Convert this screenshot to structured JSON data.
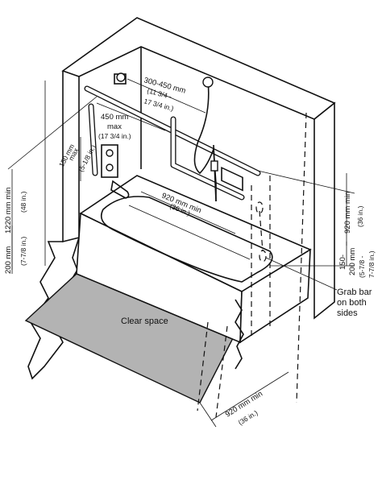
{
  "labels": {
    "clear_space": "Clear space",
    "grab_bar_note": [
      "Grab bar",
      "on both",
      "sides"
    ],
    "spacing_top": [
      "300-450 mm",
      "(11 3/4 -",
      "17 3/4 in.)"
    ],
    "max_450": [
      "450 mm",
      "max",
      "(17 3/4 in.)"
    ],
    "max_150": [
      "150 mm",
      "max",
      "(5-1/8 in.)"
    ],
    "tub_length": [
      "920 mm min",
      "(36 in.)"
    ],
    "height_1220": [
      "1220 mm min",
      "(48 in.)"
    ],
    "height_200": [
      "200 mm",
      "(7-7/8 in.)"
    ],
    "right_920": [
      "920 mm min",
      "(36 in.)"
    ],
    "right_150_200": [
      "150-",
      "200 mm",
      "(5-7/8 -",
      "7-7/8 in.)"
    ],
    "bottom_920": [
      "920 mm min",
      "(36 in.)"
    ]
  },
  "colors": {
    "clear_space_fill": "#b3b3b3",
    "line": "#111111"
  }
}
